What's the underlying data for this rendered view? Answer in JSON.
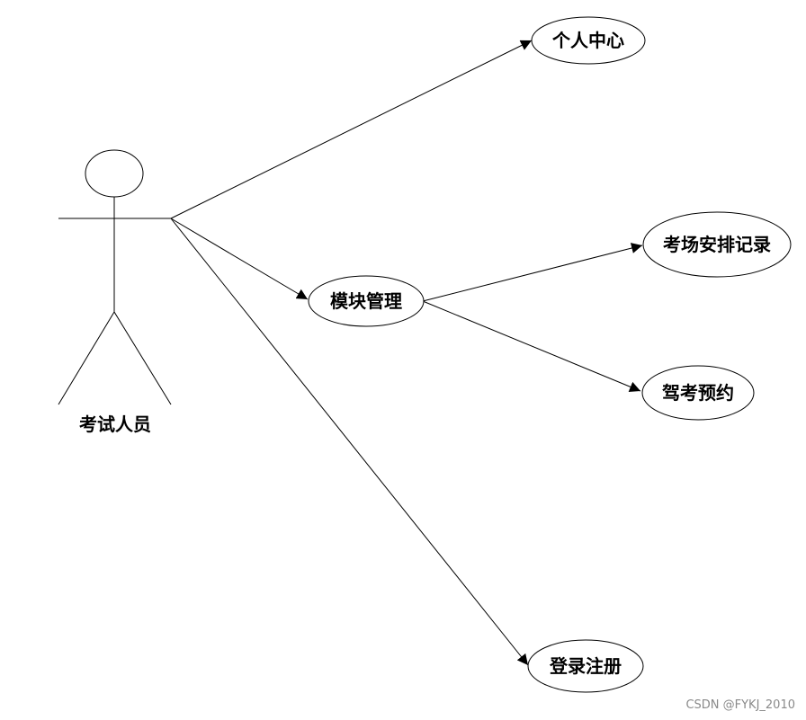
{
  "actor": {
    "label": "考试人员"
  },
  "use_cases": {
    "personal_center": "个人中心",
    "module_management": "模块管理",
    "exam_schedule_records": "考场安排记录",
    "driving_test_booking": "驾考预约",
    "login_register": "登录注册"
  },
  "watermark": "CSDN @FYKJ_2010"
}
